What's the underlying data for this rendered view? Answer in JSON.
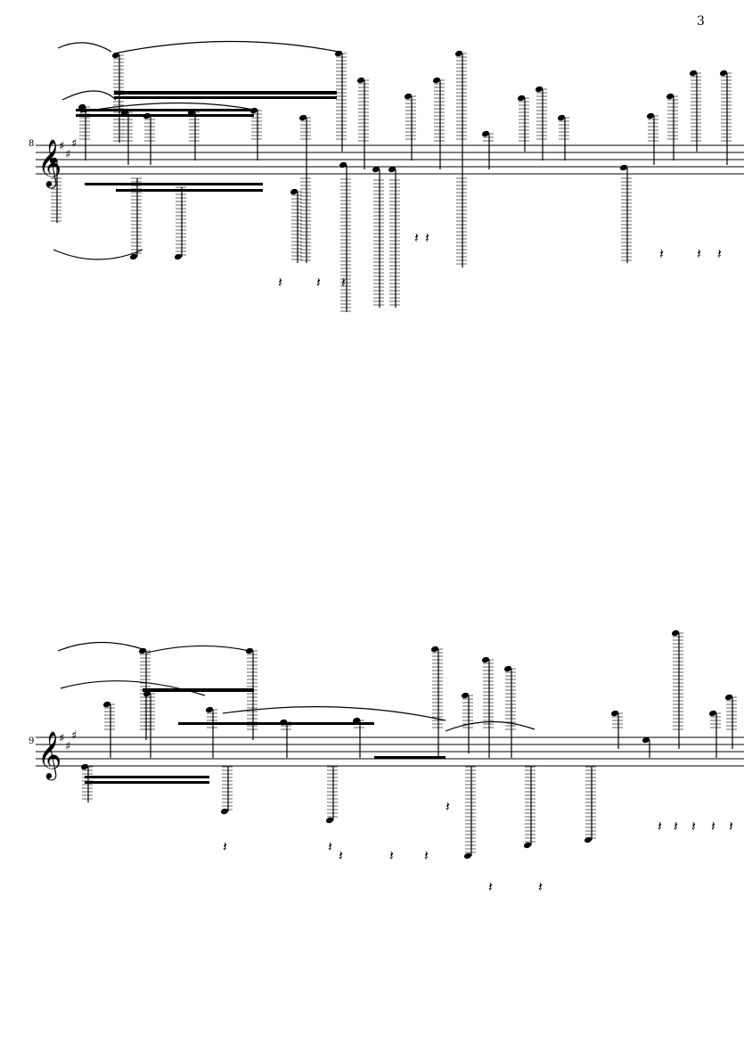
{
  "page": {
    "number": "3"
  },
  "systems": [
    {
      "measure": "8"
    },
    {
      "measure": "9"
    }
  ],
  "colors": {
    "ink": "#000000",
    "paper": "#ffffff"
  },
  "icons": [
    "treble-clef-icon",
    "key-signature-icon"
  ]
}
